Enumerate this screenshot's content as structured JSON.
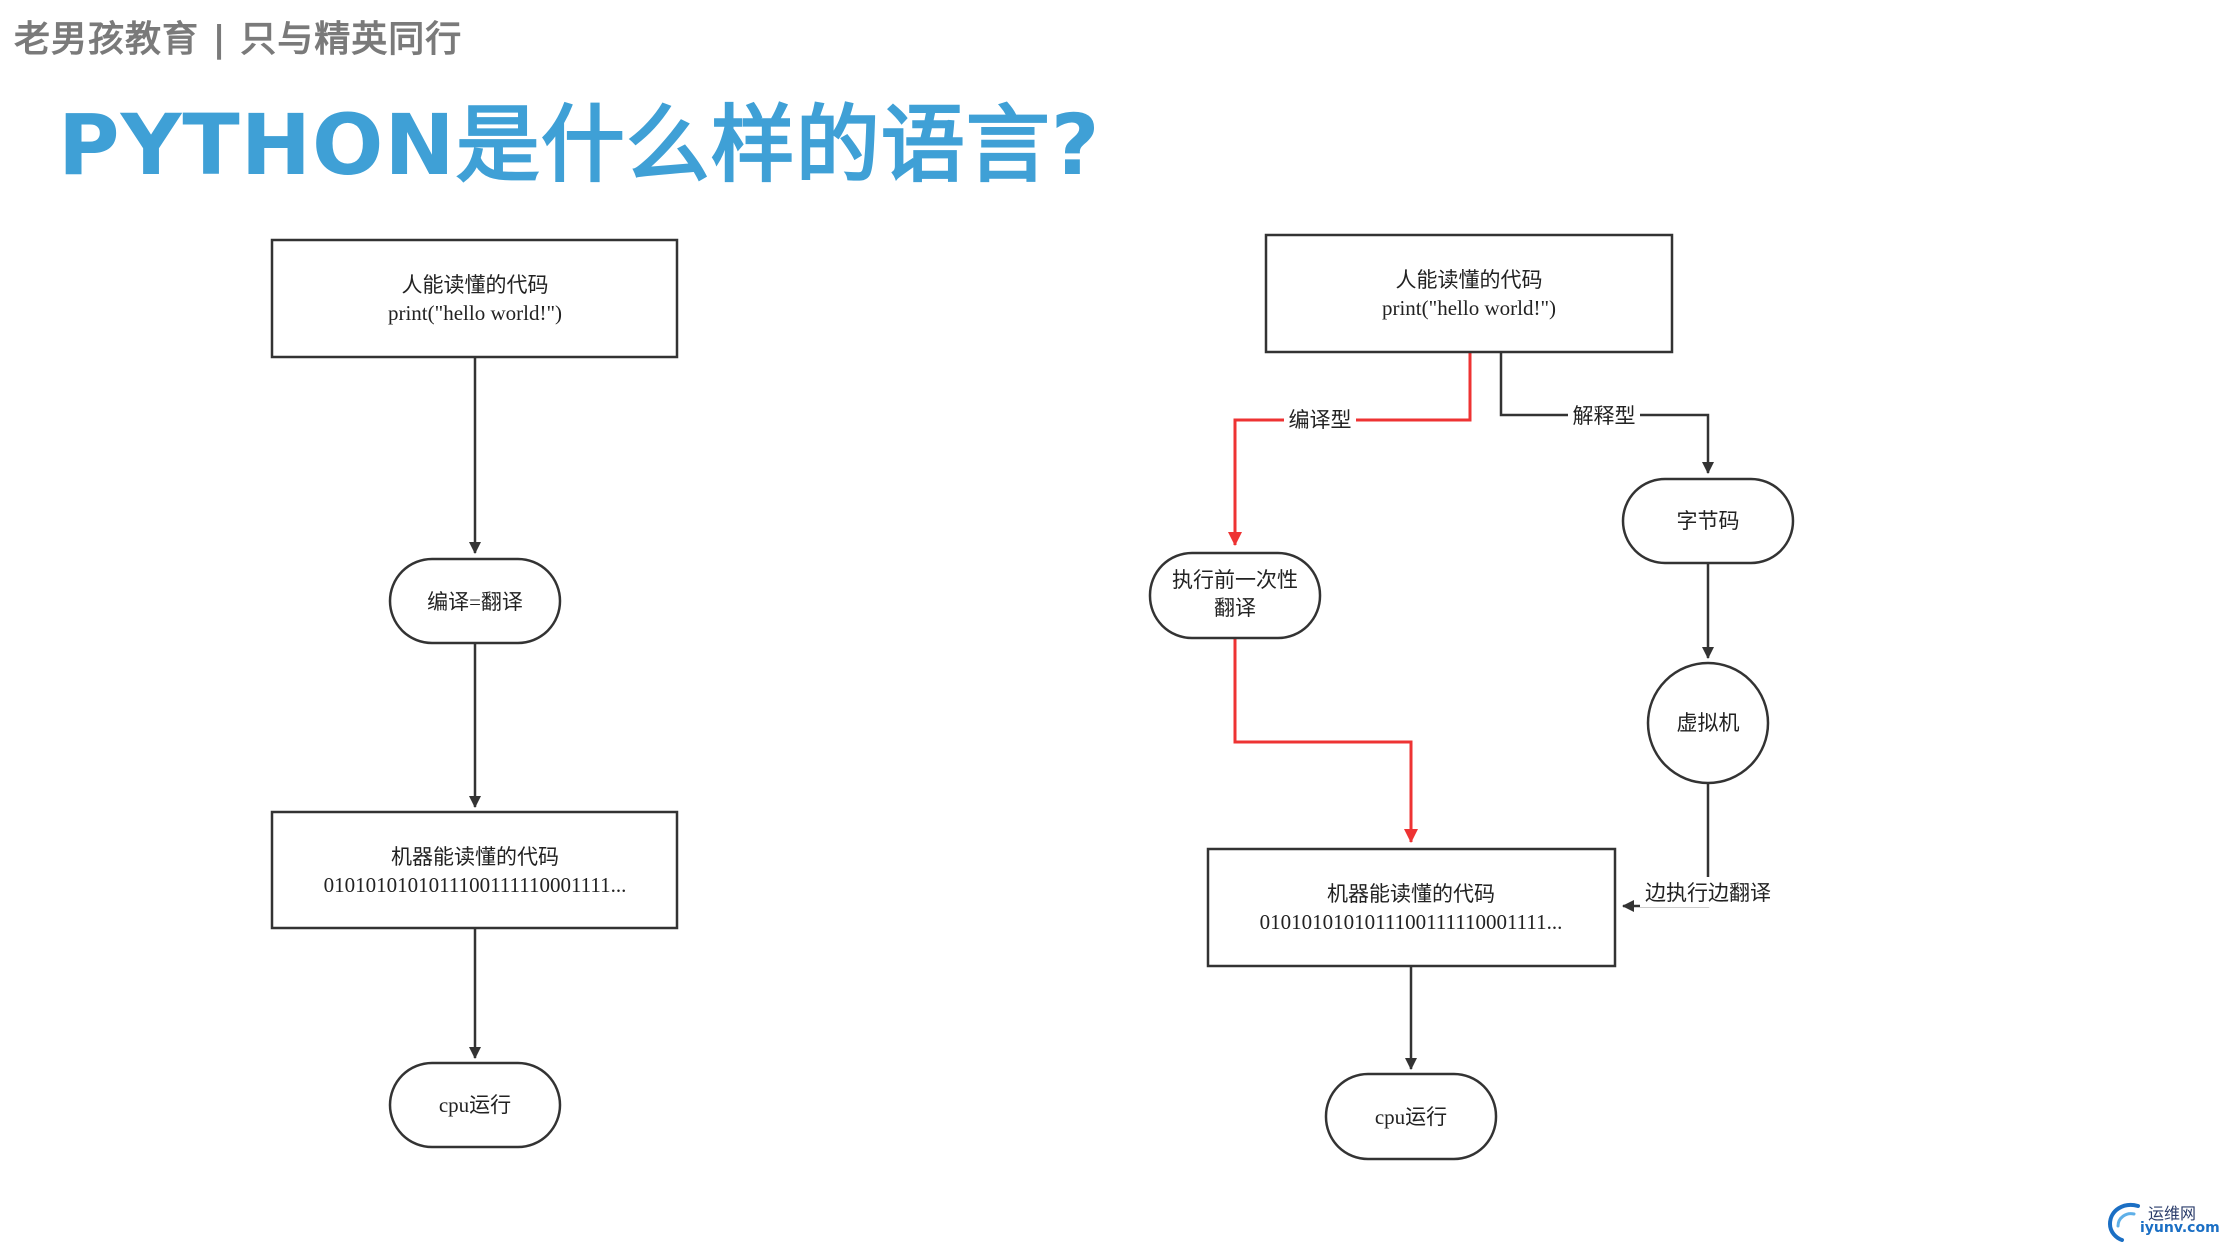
{
  "header": {
    "brand": "老男孩教育 | 只与精英同行",
    "title": "PYTHON是什么样的语言?"
  },
  "left_flow": {
    "source_box": {
      "line1": "人能读懂的代码",
      "line2": "print(\"hello world!\")"
    },
    "compile_node": {
      "label": "编译=翻译"
    },
    "machine_box": {
      "line1": "机器能读懂的代码",
      "line2": "0101010101011100111110001111..."
    },
    "cpu_node": {
      "label": "cpu运行"
    }
  },
  "right_flow": {
    "source_box": {
      "line1": "人能读懂的代码",
      "line2": "print(\"hello world!\")"
    },
    "compiled_edge_label": "编译型",
    "interpreted_edge_label": "解释型",
    "bytecode_node": {
      "label": "字节码"
    },
    "precompile_node": {
      "line1": "执行前一次性",
      "line2": "翻译"
    },
    "vm_node": {
      "label": "虚拟机"
    },
    "exec_translate_label": "边执行边翻译",
    "machine_box": {
      "line1": "机器能读懂的代码",
      "line2": "0101010101011100111110001111..."
    },
    "cpu_node": {
      "label": "cpu运行"
    }
  },
  "colors": {
    "title": "#3fa0d6",
    "compiled_path": "#ee3333",
    "normal_path": "#333333"
  },
  "watermark": {
    "cn": "运维网",
    "en": "iyunv.com"
  }
}
